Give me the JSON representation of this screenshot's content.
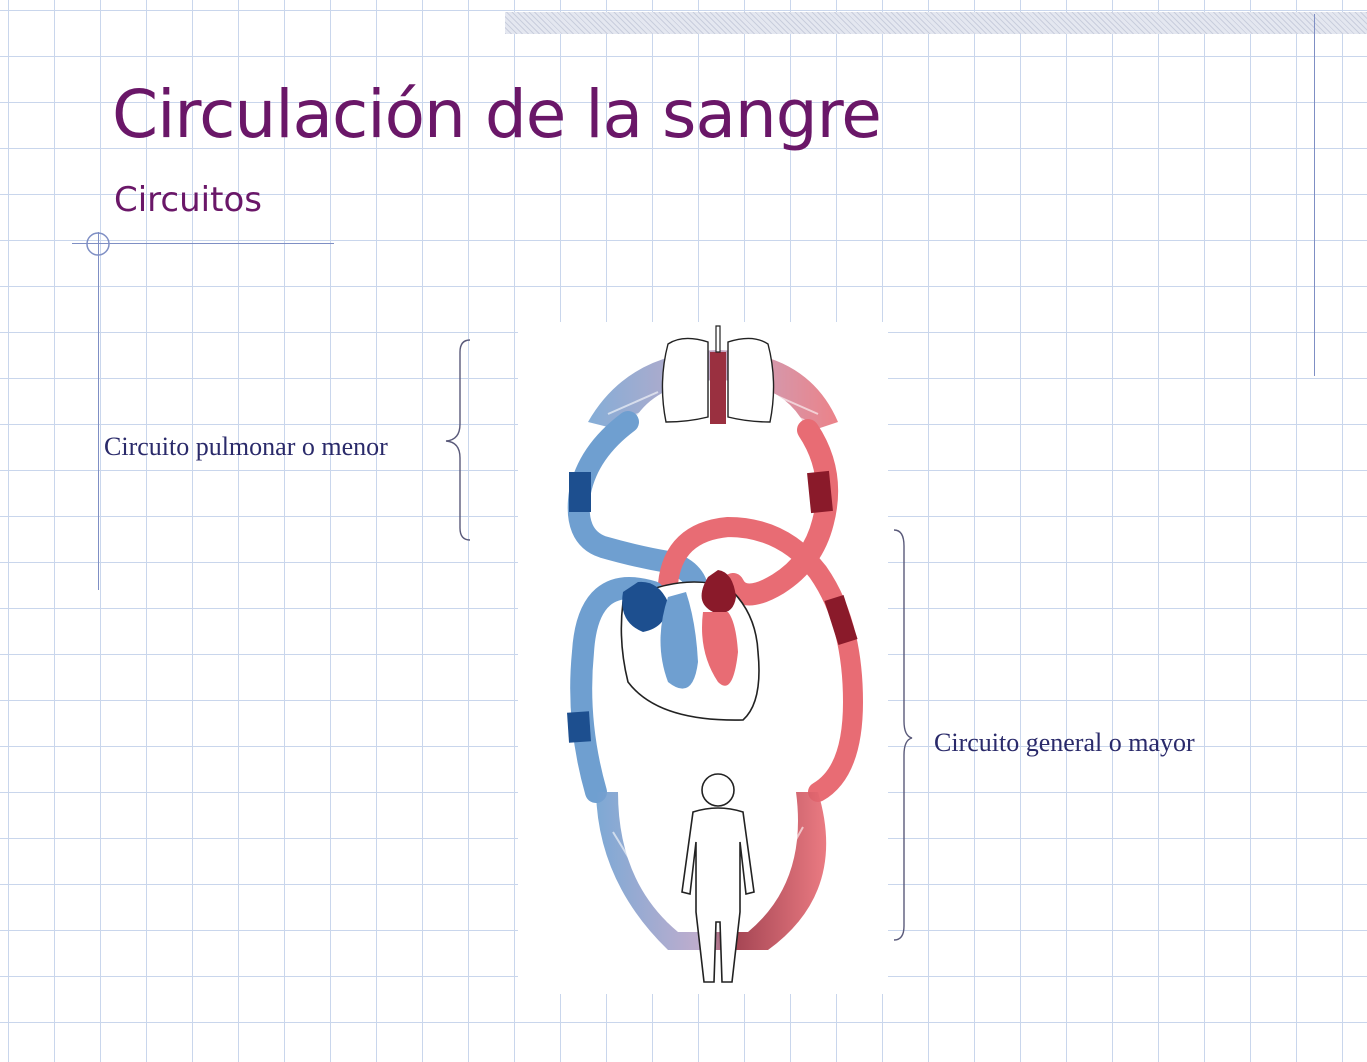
{
  "slide": {
    "title": "Circulación de la sangre",
    "subtitle": "Circuitos"
  },
  "diagram": {
    "labels": {
      "pulmonary": "Circuito pulmonar o menor",
      "systemic": "Circuito general o mayor"
    },
    "colors": {
      "title": "#6a1768",
      "label": "#2a2a6a",
      "deoxygenated_blood": "#6f9fd0",
      "oxygenated_blood": "#e86c74",
      "dark_blue": "#1d4f8f",
      "dark_red": "#8a1a2a",
      "grid": "#c9d6ec"
    },
    "icons": [
      "lungs-icon",
      "heart-icon",
      "human-body-icon"
    ]
  }
}
